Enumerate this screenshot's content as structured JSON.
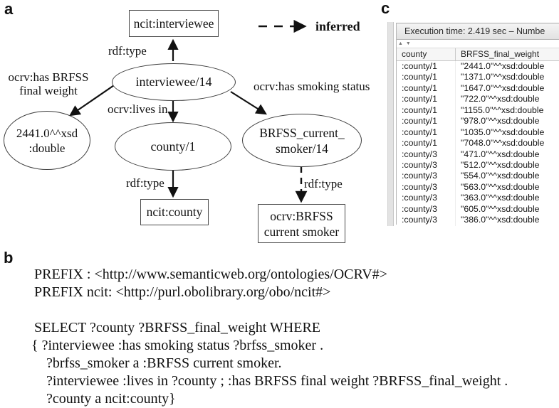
{
  "panel_a": {
    "label": "a",
    "legend": {
      "inferred_label": "inferred"
    },
    "nodes": {
      "ncit_interviewee": "ncit:interviewee",
      "interviewee": "interviewee/14",
      "weight_literal": "2441.0^^xsd\n:double",
      "county": "county/1",
      "ncit_county": "ncit:county",
      "smoker": "BRFSS_current_\nsmoker/14",
      "ocrv_smoker": "ocrv:BRFSS\ncurrent smoker"
    },
    "edge_labels": {
      "rdf_type_top": "rdf:type",
      "has_weight": "ocrv:has BRFSS\nfinal weight",
      "lives_in": "ocrv:lives in",
      "has_smoking": "ocrv:has smoking status",
      "rdf_type_county": "rdf:type",
      "rdf_type_smoker": "rdf:type"
    }
  },
  "panel_b": {
    "label": "b",
    "lines": [
      "PREFIX : <http://www.semanticweb.org/ontologies/OCRV#>",
      "PREFIX ncit: <http://purl.obolibrary.org/obo/ncit#>",
      "",
      "SELECT ?county ?BRFSS_final_weight WHERE",
      "{ ?interviewee :has smoking status ?brfss_smoker .",
      "?brfss_smoker a :BRFSS current smoker.",
      "?interviewee :lives in ?county ; :has BRFSS final weight ?BRFSS_final_weight .",
      "?county a ncit:county}"
    ]
  },
  "panel_c": {
    "label": "c",
    "toolbar_text": "Execution time: 2.419 sec – Numbe",
    "sort_icons": {
      "asc": "▲",
      "desc": "▼"
    },
    "columns": {
      "col1": "county",
      "col2": "BRFSS_final_weight"
    },
    "rows": [
      {
        "county": ":county/1",
        "weight": "\"2441.0\"^^xsd:double"
      },
      {
        "county": ":county/1",
        "weight": "\"1371.0\"^^xsd:double"
      },
      {
        "county": ":county/1",
        "weight": "\"1647.0\"^^xsd:double"
      },
      {
        "county": ":county/1",
        "weight": "\"722.0\"^^xsd:double"
      },
      {
        "county": ":county/1",
        "weight": "\"1155.0\"^^xsd:double"
      },
      {
        "county": ":county/1",
        "weight": "\"978.0\"^^xsd:double"
      },
      {
        "county": ":county/1",
        "weight": "\"1035.0\"^^xsd:double"
      },
      {
        "county": ":county/1",
        "weight": "\"7048.0\"^^xsd:double"
      },
      {
        "county": ":county/3",
        "weight": "\"471.0\"^^xsd:double"
      },
      {
        "county": ":county/3",
        "weight": "\"512.0\"^^xsd:double"
      },
      {
        "county": ":county/3",
        "weight": "\"554.0\"^^xsd:double"
      },
      {
        "county": ":county/3",
        "weight": "\"563.0\"^^xsd:double"
      },
      {
        "county": ":county/3",
        "weight": "\"363.0\"^^xsd:double"
      },
      {
        "county": ":county/3",
        "weight": "\"605.0\"^^xsd:double"
      },
      {
        "county": ":county/3",
        "weight": "\"386.0\"^^xsd:double"
      }
    ]
  },
  "colors": {
    "diagram_stroke": "#3e3e3e",
    "toolbar_bg": "#e8e8e8",
    "window_border": "#b5b5b5",
    "text": "#111111"
  }
}
